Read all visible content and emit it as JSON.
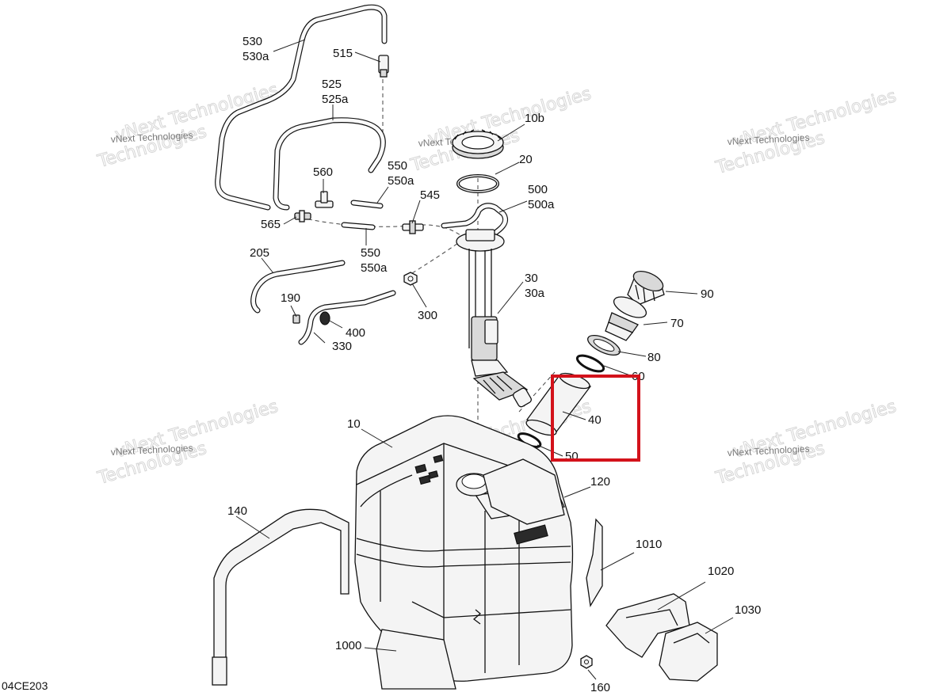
{
  "diagram": {
    "code": "04CE203",
    "watermark_line1": "vNext Technologies",
    "watermark_line2": "Technologies",
    "highlight_color": "#d3121b",
    "highlight_part": "40"
  },
  "callouts": {
    "c530": "530",
    "c530a": "530a",
    "c515": "515",
    "c525": "525",
    "c525a": "525a",
    "c10b": "10b",
    "c20": "20",
    "c560": "560",
    "c550u": "550",
    "c550au": "550a",
    "c545": "545",
    "c500": "500",
    "c500a": "500a",
    "c565": "565",
    "c205": "205",
    "c550l": "550",
    "c550al": "550a",
    "c190": "190",
    "c400": "400",
    "c330": "330",
    "c300": "300",
    "c30": "30",
    "c30a": "30a",
    "c90": "90",
    "c70": "70",
    "c80": "80",
    "c60": "60",
    "c40": "40",
    "c50": "50",
    "c10": "10",
    "c120": "120",
    "c140": "140",
    "c1010": "1010",
    "c1020": "1020",
    "c1030": "1030",
    "c1000": "1000",
    "c160": "160"
  }
}
